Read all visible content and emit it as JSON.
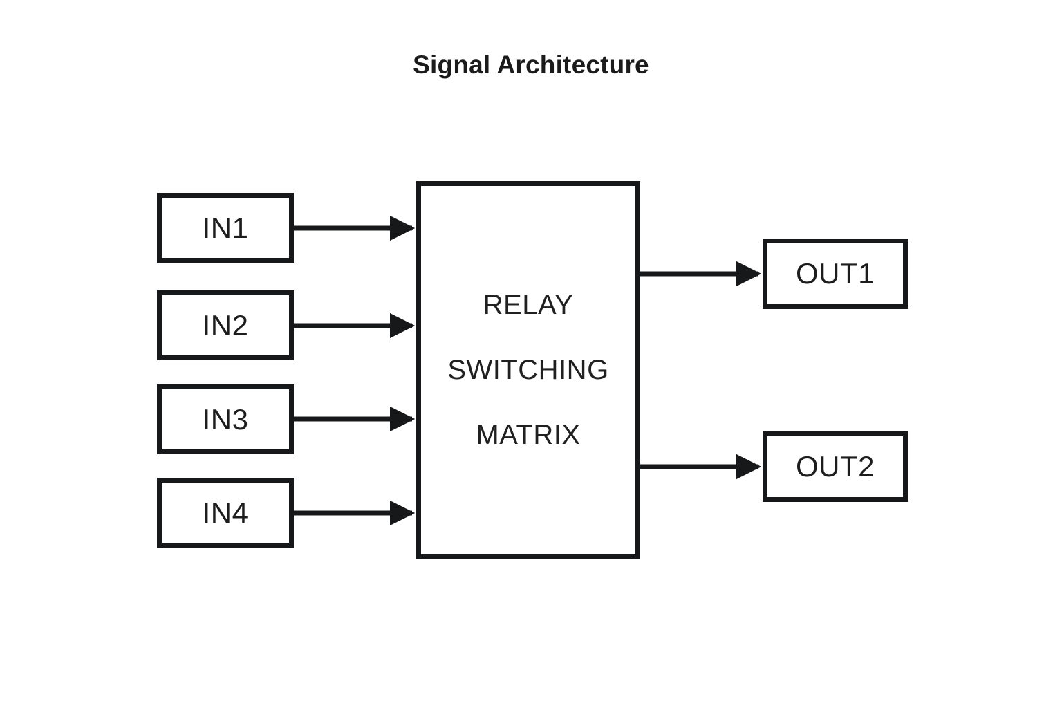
{
  "diagram": {
    "title": "Signal Architecture",
    "background_color": "#ffffff",
    "stroke_color": "#17181a",
    "text_color": "#1d1d1d",
    "inputs": [
      {
        "id": "in1",
        "label": "IN1"
      },
      {
        "id": "in2",
        "label": "IN2"
      },
      {
        "id": "in3",
        "label": "IN3"
      },
      {
        "id": "in4",
        "label": "IN4"
      }
    ],
    "processor": {
      "id": "matrix",
      "lines": [
        "RELAY",
        "SWITCHING",
        "MATRIX"
      ]
    },
    "outputs": [
      {
        "id": "out1",
        "label": "OUT1"
      },
      {
        "id": "out2",
        "label": "OUT2"
      }
    ],
    "connections": [
      {
        "from": "IN1",
        "to": "RELAY SWITCHING MATRIX"
      },
      {
        "from": "IN2",
        "to": "RELAY SWITCHING MATRIX"
      },
      {
        "from": "IN3",
        "to": "RELAY SWITCHING MATRIX"
      },
      {
        "from": "IN4",
        "to": "RELAY SWITCHING MATRIX"
      },
      {
        "from": "RELAY SWITCHING MATRIX",
        "to": "OUT1"
      },
      {
        "from": "RELAY SWITCHING MATRIX",
        "to": "OUT2"
      }
    ]
  }
}
